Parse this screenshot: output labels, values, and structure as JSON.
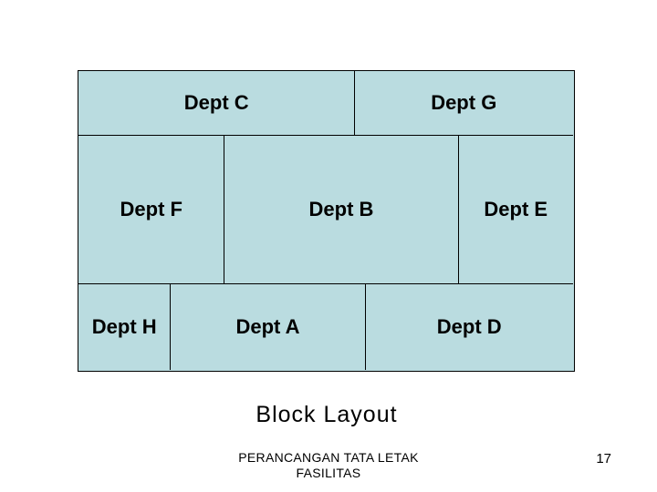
{
  "slide": {
    "title": "Block Layout",
    "footer_line1": "PERANCANGAN TATA LETAK",
    "footer_line2": "FASILITAS",
    "page_number": "17"
  },
  "diagram": {
    "description": "Block layout of eight departments arranged in three rows",
    "rows": [
      [
        "Dept C",
        "Dept G"
      ],
      [
        "Dept F",
        "Dept B",
        "Dept E"
      ],
      [
        "Dept H",
        "Dept A",
        "Dept D"
      ]
    ],
    "departments": [
      {
        "id": "A",
        "label": "Dept A"
      },
      {
        "id": "B",
        "label": "Dept B"
      },
      {
        "id": "C",
        "label": "Dept C"
      },
      {
        "id": "D",
        "label": "Dept D"
      },
      {
        "id": "E",
        "label": "Dept E"
      },
      {
        "id": "F",
        "label": "Dept F"
      },
      {
        "id": "G",
        "label": "Dept G"
      },
      {
        "id": "H",
        "label": "Dept H"
      }
    ]
  },
  "colors": {
    "block_fill": "#BADCE0",
    "block_border": "#000000",
    "text": "#000000"
  }
}
